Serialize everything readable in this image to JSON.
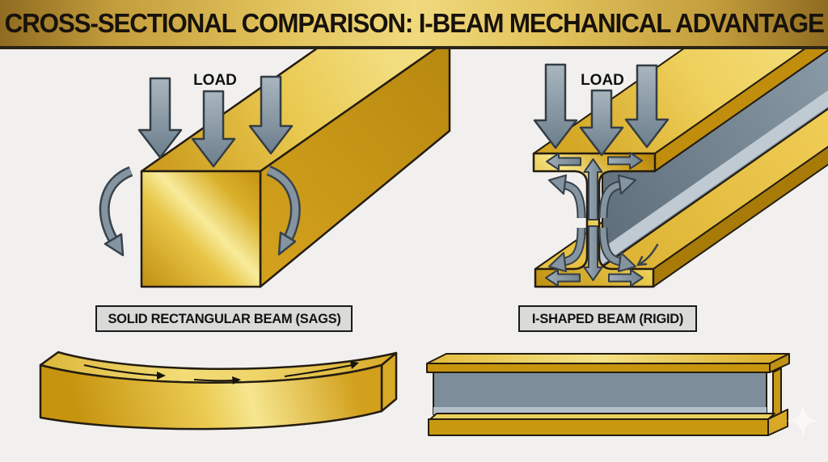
{
  "title": "CROSS-SECTIONAL COMPARISON: I-BEAM MECHANICAL ADVANTAGE",
  "panels": {
    "left": {
      "load_label": "LOAD",
      "caption": "SOLID RECTANGULAR BEAM (SAGS)"
    },
    "right": {
      "load_label": "LOAD",
      "caption": "I-SHAPED BEAM (RIGID)"
    }
  },
  "colors": {
    "banner_gold_edge": "#8F6B21",
    "banner_gold_center": "#F0D97E",
    "title_text": "#17120C",
    "background": "#F1F0EE",
    "beam_gold_bright": "#F6E690",
    "beam_gold_mid": "#DDAE28",
    "beam_gold_dark": "#B3830C",
    "steel_web_gray": "#7D8D9A",
    "arrow_gray": "#8494A1",
    "outline_dark": "#241C10",
    "label_box_bg": "#DADAD8",
    "label_box_border": "#191919"
  }
}
